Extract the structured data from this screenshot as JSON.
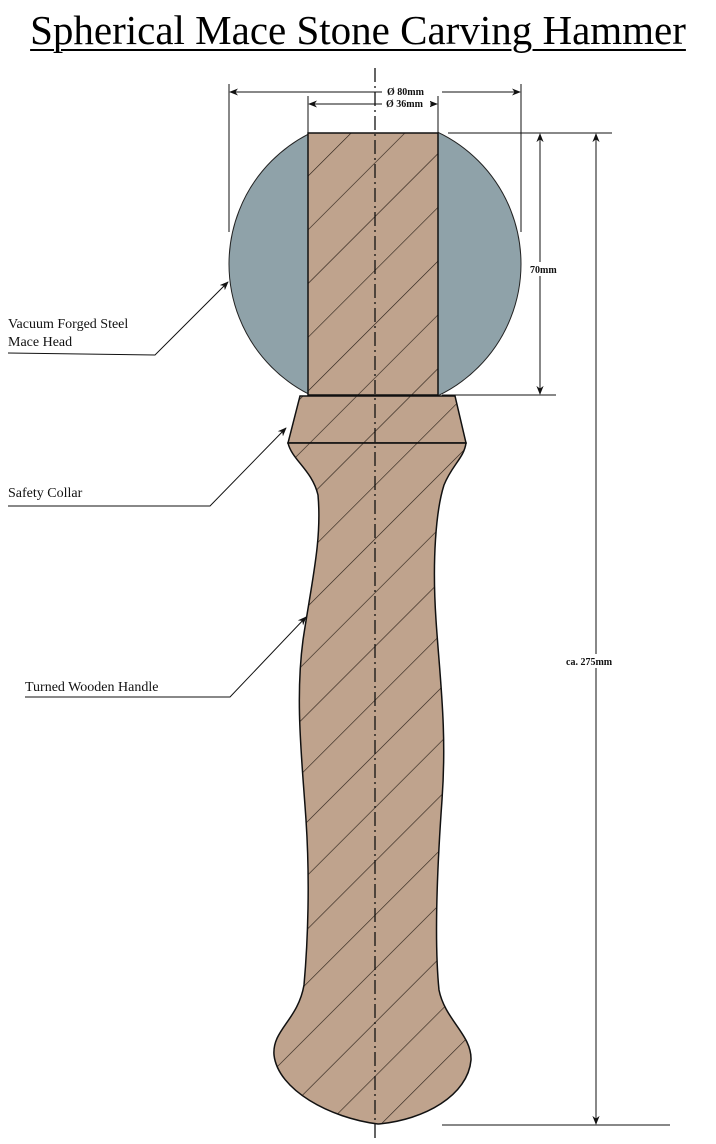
{
  "title": "Spherical Mace Stone Carving Hammer",
  "colors": {
    "steel": "#8fa2a9",
    "wood": "#bfa38d",
    "line": "#1a1a1a"
  },
  "dimensions": {
    "head_diameter": "Ø 80mm",
    "bore_diameter": "Ø 36mm",
    "head_height": "70mm",
    "total_length": "ca. 275mm"
  },
  "labels": {
    "mace_head_line1": "Vacuum Forged Steel",
    "mace_head_line2": "Mace Head",
    "collar": "Safety Collar",
    "handle": "Turned Wooden Handle"
  }
}
